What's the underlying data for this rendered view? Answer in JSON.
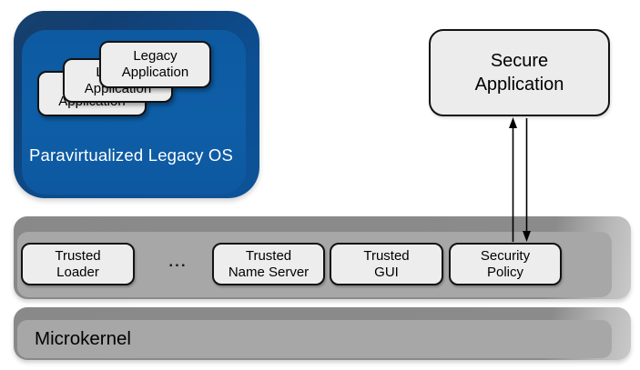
{
  "legacy_os": {
    "label": "Paravirtualized Legacy OS",
    "apps": [
      {
        "line1": "Legacy",
        "line2": "Application"
      },
      {
        "line1": "Legacy",
        "line2": "Application"
      },
      {
        "line1": "Legacy",
        "line2": "Application"
      }
    ]
  },
  "secure_app": {
    "line1": "Secure",
    "line2": "Application"
  },
  "trusted_bar": {
    "ellipsis": "...",
    "items": [
      {
        "line1": "Trusted",
        "line2": "Loader"
      },
      {
        "line1": "Trusted",
        "line2": "Name Server"
      },
      {
        "line1": "Trusted",
        "line2": "GUI"
      },
      {
        "line1": "Security",
        "line2": "Policy"
      }
    ]
  },
  "microkernel": {
    "label": "Microkernel"
  },
  "colors": {
    "legacy_os_face": "#0e5ea7",
    "legacy_os_bevel": "#123f72",
    "bar_face": "#a7a7a7",
    "bar_bevel": "#8a8a8a",
    "bar_chamfer": "#c9c9c9",
    "box_fill": "#ededed",
    "box_border": "#121212",
    "arrow": "#000000"
  }
}
